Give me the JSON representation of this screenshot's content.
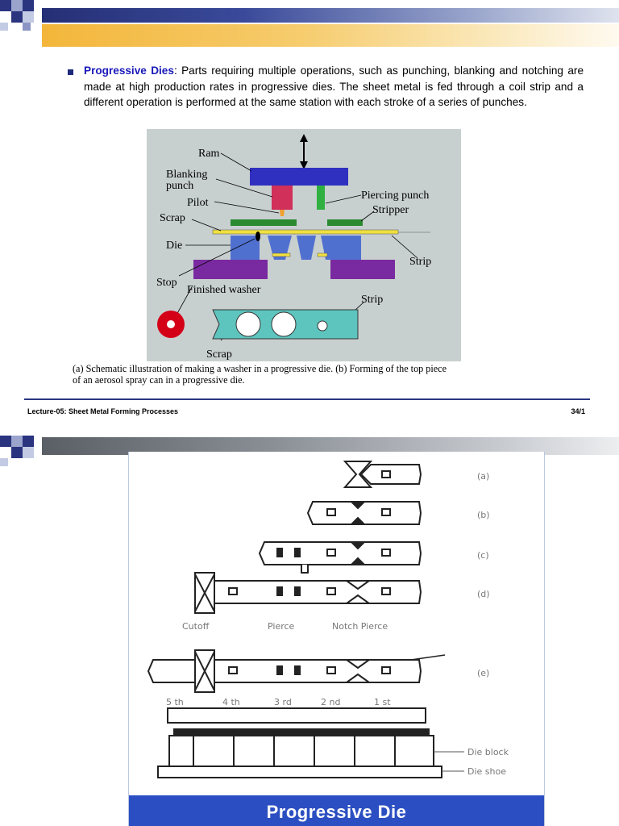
{
  "slide1": {
    "bullet": {
      "keyword": "Progressive Dies",
      "text": ": Parts requiring multiple operations, such as punching, blanking and notching are made at high production rates in progressive dies. The sheet metal is fed through a coil strip and a different operation is performed at the same station with each stroke of a series of punches."
    },
    "figure_labels": {
      "ram": "Ram",
      "blanking_1": "Blanking",
      "blanking_2": "punch",
      "piercing": "Piercing punch",
      "pilot": "Pilot",
      "stripper": "Stripper",
      "scrap_top": "Scrap",
      "die": "Die",
      "strip_right": "Strip",
      "stop": "Stop",
      "finished": "Finished washer",
      "strip_bottom": "Strip",
      "scrap_bottom": "Scrap"
    },
    "caption_1": "(a) Schematic illustration of making a washer in a progressive die.  (b) Forming of the top piece",
    "caption_2": "of an aerosol spray can in a progressive die.",
    "footer_left": "Lecture-05: Sheet Metal Forming Processes",
    "footer_right": "34/1"
  },
  "slide2": {
    "row_labels": [
      "(a)",
      "(b)",
      "(c)",
      "(d)",
      "(e)"
    ],
    "op_labels": {
      "cutoff": "Cutoff",
      "pierce": "Pierce",
      "notch": "Notch Pierce"
    },
    "stations": [
      "5 th",
      "4 th",
      "3 rd",
      "2 nd",
      "1 st"
    ],
    "die_block": "Die block",
    "die_shoe": "Die shoe",
    "title": "Progressive Die"
  },
  "colors": {
    "header_blue": "#252f75",
    "header_gold": "#f3b63a",
    "keyword_blue": "#1a1ab8",
    "ram_blue": "#3030c0",
    "die_purple": "#7a2aa0",
    "strip_teal": "#5ec4be",
    "washer_red": "#d40018",
    "title_band": "#2b4fc2"
  }
}
